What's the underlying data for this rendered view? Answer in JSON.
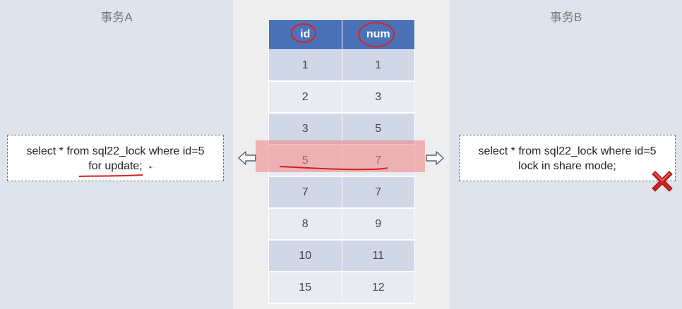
{
  "transaction_a": {
    "title": "事务A",
    "sql_line1": "select * from sql22_lock where id=5",
    "sql_line2": "for update;"
  },
  "transaction_b": {
    "title": "事务B",
    "sql_line1": "select * from sql22_lock where id=5",
    "sql_line2": "lock in share mode;"
  },
  "table": {
    "headers": [
      "id",
      "num"
    ],
    "rows": [
      [
        "1",
        "1"
      ],
      [
        "2",
        "3"
      ],
      [
        "3",
        "5"
      ],
      [
        "5",
        "7"
      ],
      [
        "7",
        "7"
      ],
      [
        "8",
        "9"
      ],
      [
        "10",
        "11"
      ],
      [
        "15",
        "12"
      ]
    ],
    "highlighted_row_index": 3
  },
  "colors": {
    "header_blue": "#4a72b8",
    "lock_highlight": "#f08282",
    "annotation_red": "#e02020"
  },
  "icons": {
    "blocked": "red-x-icon",
    "arrows": "hollow-arrow-icon"
  }
}
